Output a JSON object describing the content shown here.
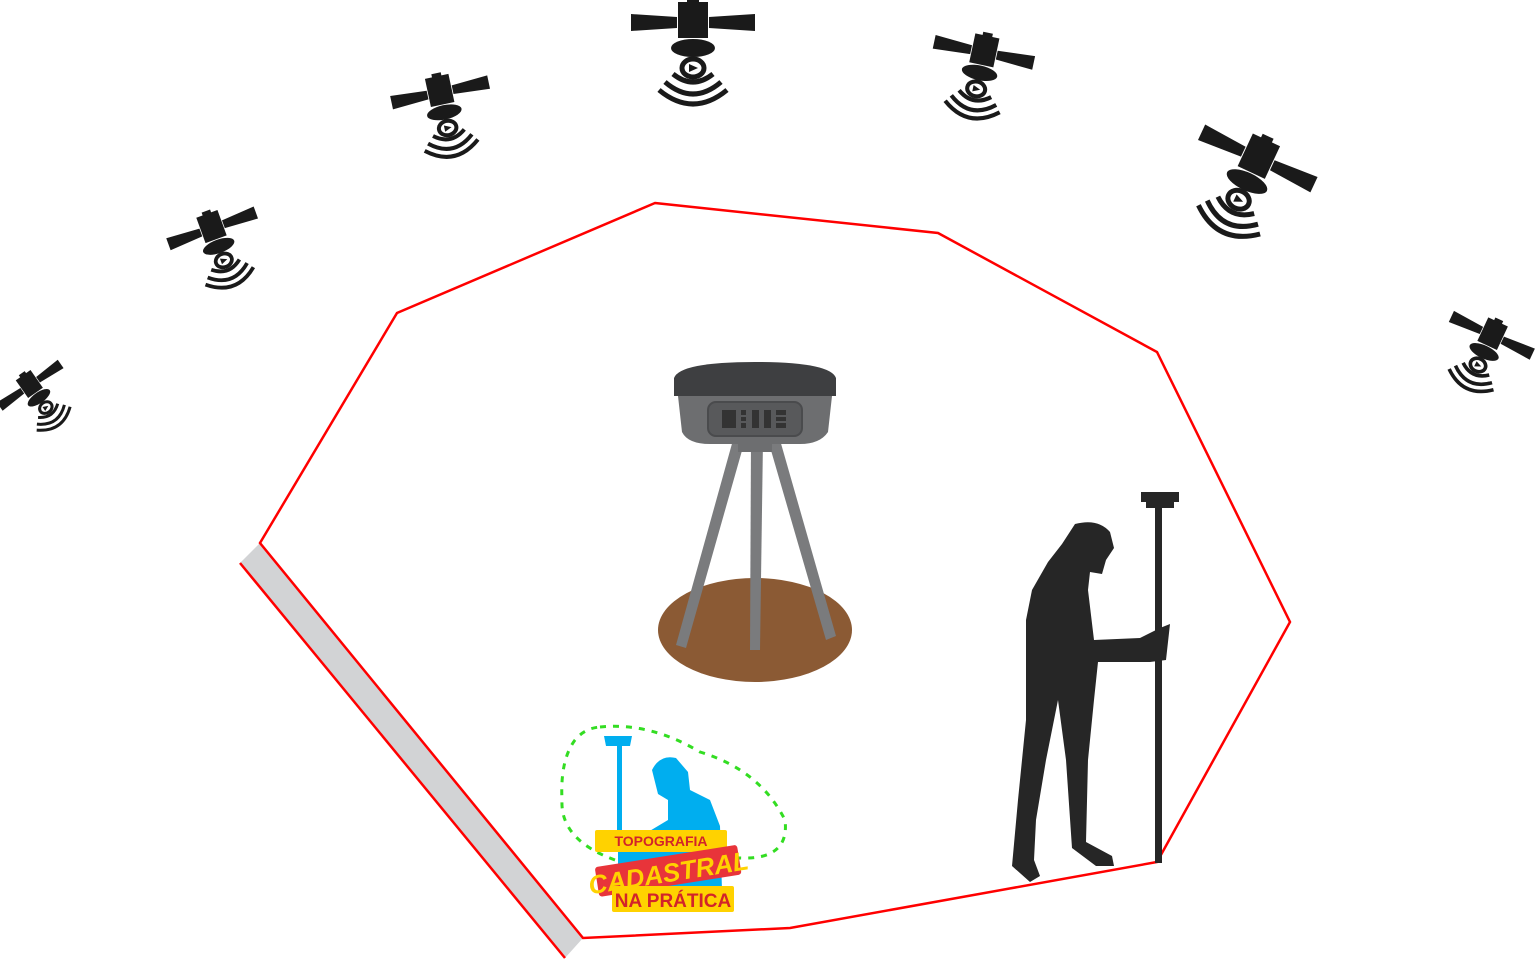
{
  "logo": {
    "line1": "TOPOGRAFIA",
    "line2": "CADASTRAL",
    "line3": "NA PRÁTICA"
  },
  "colors": {
    "boundary": "#ff0000",
    "wall": "#d2d3d5",
    "ground": "#8b5a34",
    "receiver": "#6d6e70",
    "silhouette": "#262626",
    "logo_blue": "#00aeef",
    "logo_yellow": "#ffd200",
    "logo_red": "#e8343a",
    "dotted_outline": "#33dd22"
  },
  "icons": [
    "satellite-icon",
    "gnss-base-receiver-icon",
    "tripod-icon",
    "surveyor-silhouette-icon",
    "gnss-rover-pole-icon"
  ]
}
